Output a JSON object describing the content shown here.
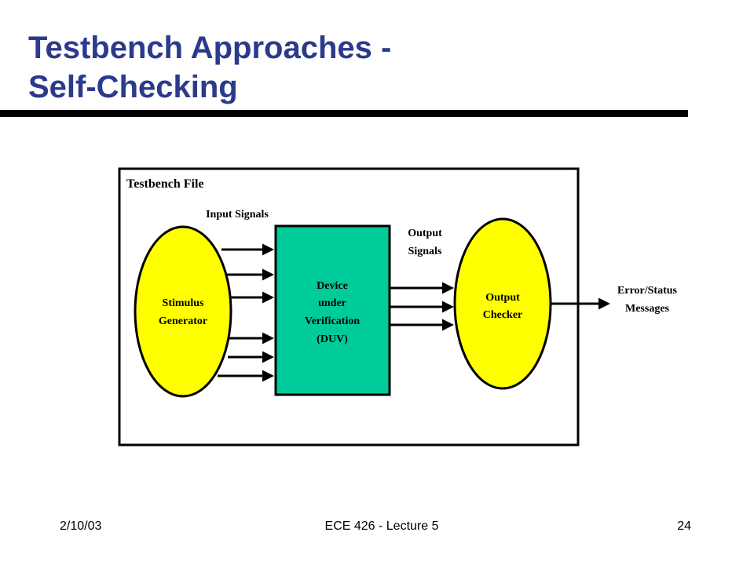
{
  "slide": {
    "title_line1": "Testbench Approaches -",
    "title_line2": "Self-Checking"
  },
  "diagram": {
    "frame_label": "Testbench File",
    "input_signals_label": "Input Signals",
    "output_signals_line1": "Output",
    "output_signals_line2": "Signals",
    "stimulus_line1": "Stimulus",
    "stimulus_line2": "Generator",
    "duv_line1": "Device",
    "duv_line2": "under",
    "duv_line3": "Verification",
    "duv_line4": "(DUV)",
    "checker_line1": "Output",
    "checker_line2": "Checker",
    "messages_line1": "Error/Status",
    "messages_line2": "Messages"
  },
  "footer": {
    "date": "2/10/03",
    "course": "ECE 426 - Lecture 5",
    "page": "24"
  },
  "colors": {
    "title": "#2b3a8c",
    "ellipse_fill": "#ffff00",
    "duv_fill": "#00cc99"
  }
}
